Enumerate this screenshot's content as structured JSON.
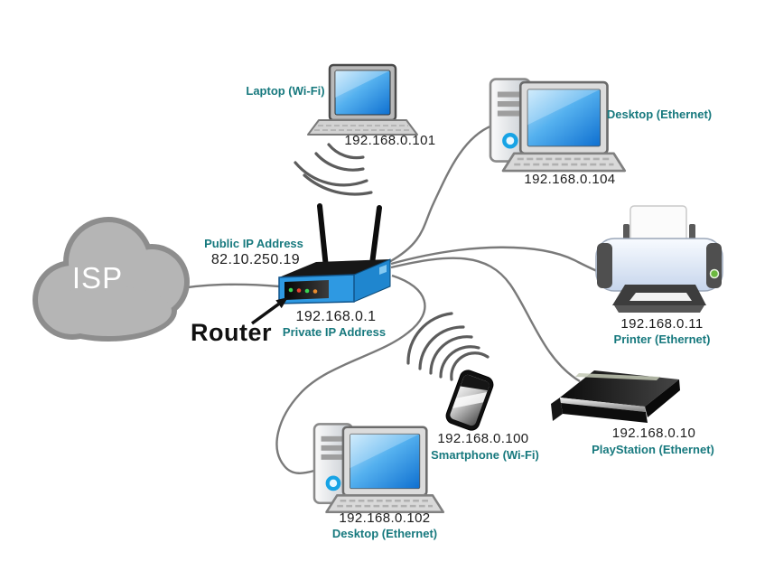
{
  "diagram": {
    "isp": {
      "label": "ISP"
    },
    "router": {
      "label": "Router",
      "public_ip_label": "Public IP Address",
      "public_ip": "82.10.250.19",
      "private_ip": "192.168.0.1",
      "private_ip_label": "Private IP Address"
    },
    "devices": [
      {
        "name": "laptop",
        "label": "Laptop (Wi-Fi)",
        "ip": "192.168.0.101",
        "connection": "wifi"
      },
      {
        "name": "desktop-top",
        "label": "Desktop (Ethernet)",
        "ip": "192.168.0.104",
        "connection": "ethernet"
      },
      {
        "name": "printer",
        "label": "Printer (Ethernet)",
        "ip": "192.168.0.11",
        "connection": "ethernet"
      },
      {
        "name": "playstation",
        "label": "PlayStation (Ethernet)",
        "ip": "192.168.0.10",
        "connection": "ethernet"
      },
      {
        "name": "smartphone",
        "label": "Smartphone (Wi-Fi)",
        "ip": "192.168.0.100",
        "connection": "wifi"
      },
      {
        "name": "desktop-bottom",
        "label": "Desktop (Ethernet)",
        "ip": "192.168.0.102",
        "connection": "ethernet"
      }
    ],
    "colors": {
      "label_teal": "#17797E",
      "router_blue": "#2E99E2",
      "cable_gray": "#7A7A7A",
      "cloud_gray": "#B5B5B5",
      "cloud_outline": "#8D8D8D",
      "screen_blue": "#1577D0"
    }
  }
}
